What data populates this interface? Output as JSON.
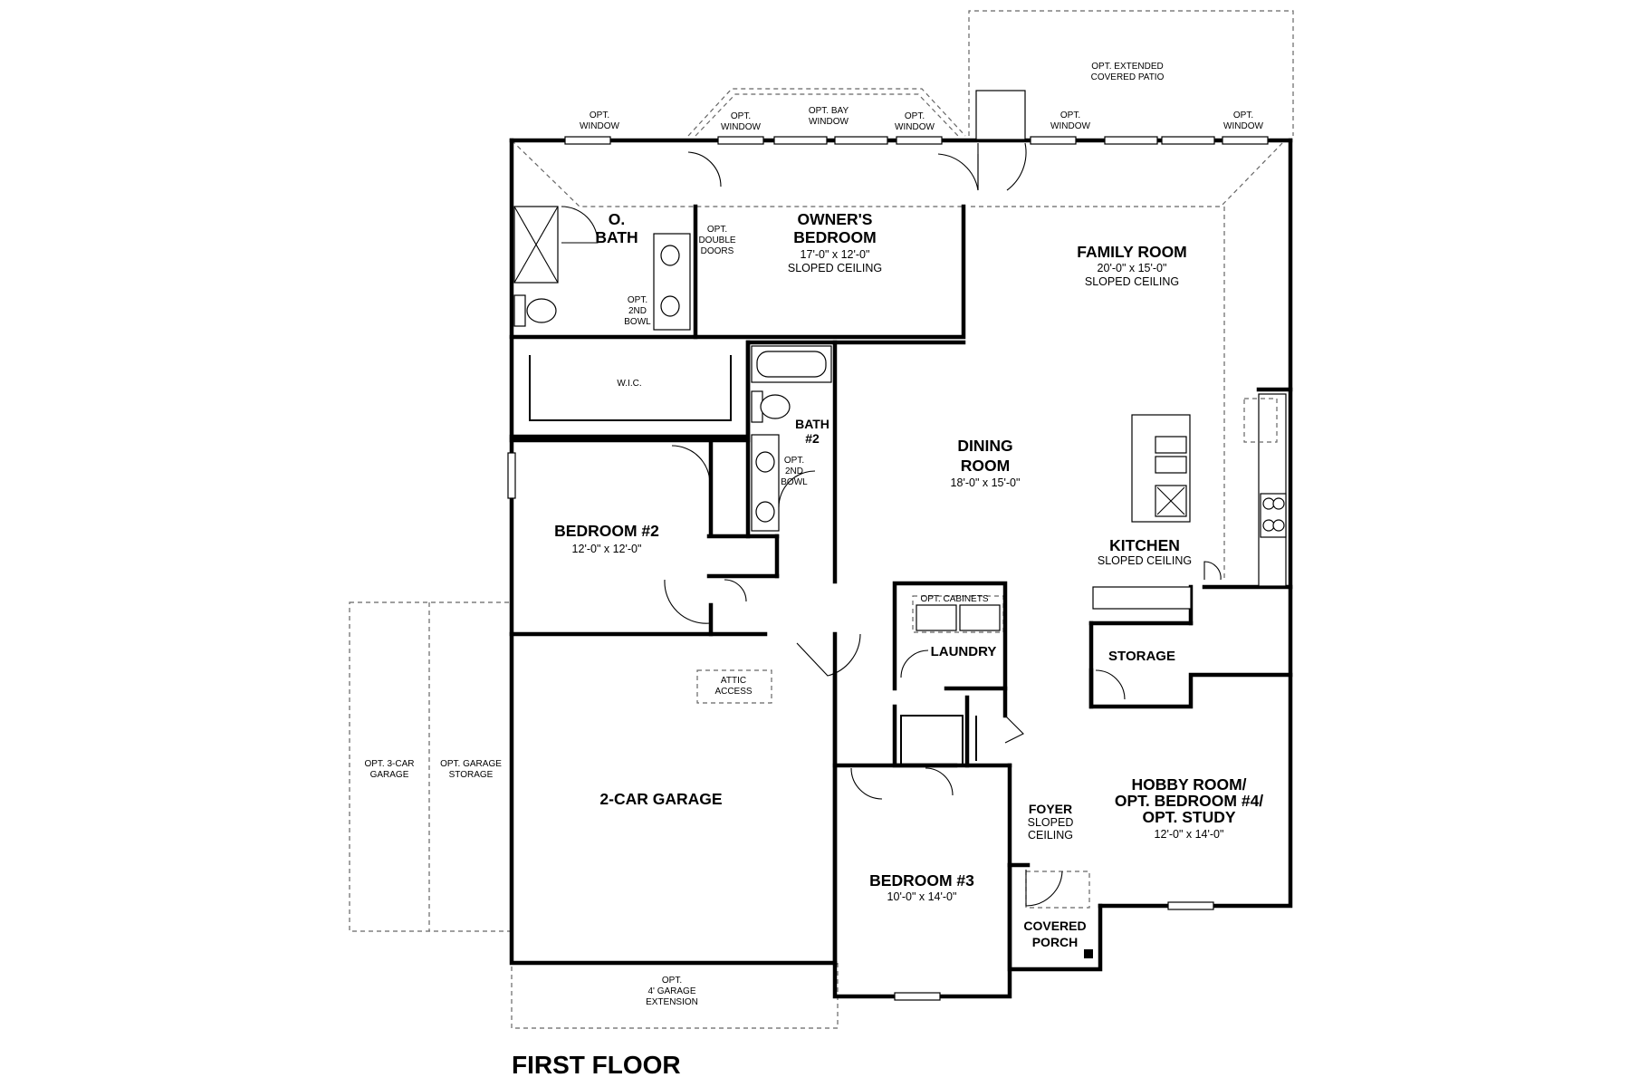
{
  "title": "FIRST FLOOR",
  "rooms": {
    "owners_bedroom": {
      "name1": "OWNER'S",
      "name2": "BEDROOM",
      "size": "17'-0\" x 12'-0\"",
      "note": "SLOPED CEILING"
    },
    "o_bath": {
      "name1": "O.",
      "name2": "BATH"
    },
    "family_room": {
      "name": "FAMILY ROOM",
      "size": "20'-0\" x 15'-0\"",
      "note": "SLOPED CEILING"
    },
    "dining_room": {
      "name1": "DINING",
      "name2": "ROOM",
      "size": "18'-0\" x 15'-0\""
    },
    "bath2": {
      "name1": "BATH",
      "name2": "#2"
    },
    "bedroom2": {
      "name": "BEDROOM #2",
      "size": "12'-0\" x 12'-0\""
    },
    "kitchen": {
      "name": "KITCHEN",
      "note": "SLOPED CEILING"
    },
    "storage": {
      "name": "STORAGE"
    },
    "laundry": {
      "name": "LAUNDRY"
    },
    "garage": {
      "name": "2-CAR GARAGE"
    },
    "bedroom3": {
      "name": "BEDROOM #3",
      "size": "10'-0\" x 14'-0\""
    },
    "foyer": {
      "name": "FOYER",
      "note1": "SLOPED",
      "note2": "CEILING"
    },
    "hobby": {
      "name1": "HOBBY ROOM/",
      "name2": "OPT. BEDROOM #4/",
      "name3": "OPT. STUDY",
      "size": "12'-0\" x 14'-0\""
    },
    "porch": {
      "name1": "COVERED",
      "name2": "PORCH"
    }
  },
  "labels": {
    "opt_window": "OPT.",
    "window": "WINDOW",
    "opt_bay": "OPT. BAY",
    "opt_extended": "OPT. EXTENDED",
    "covered_patio": "COVERED PATIO",
    "opt_double": "OPT.",
    "double": "DOUBLE",
    "doors": "DOORS",
    "opt_2nd_bowl_a": "OPT.",
    "opt_2nd_bowl_b": "2ND",
    "opt_2nd_bowl_c": "BOWL",
    "wic": "W.I.C.",
    "opt_cabinets": "OPT. CABINETS",
    "attic1": "ATTIC",
    "attic2": "ACCESS",
    "opt_3car1": "OPT. 3-CAR",
    "opt_3car2": "GARAGE",
    "opt_gstorage1": "OPT. GARAGE",
    "opt_gstorage2": "STORAGE",
    "opt_ext1": "OPT.",
    "opt_ext2": "4' GARAGE",
    "opt_ext3": "EXTENSION"
  }
}
